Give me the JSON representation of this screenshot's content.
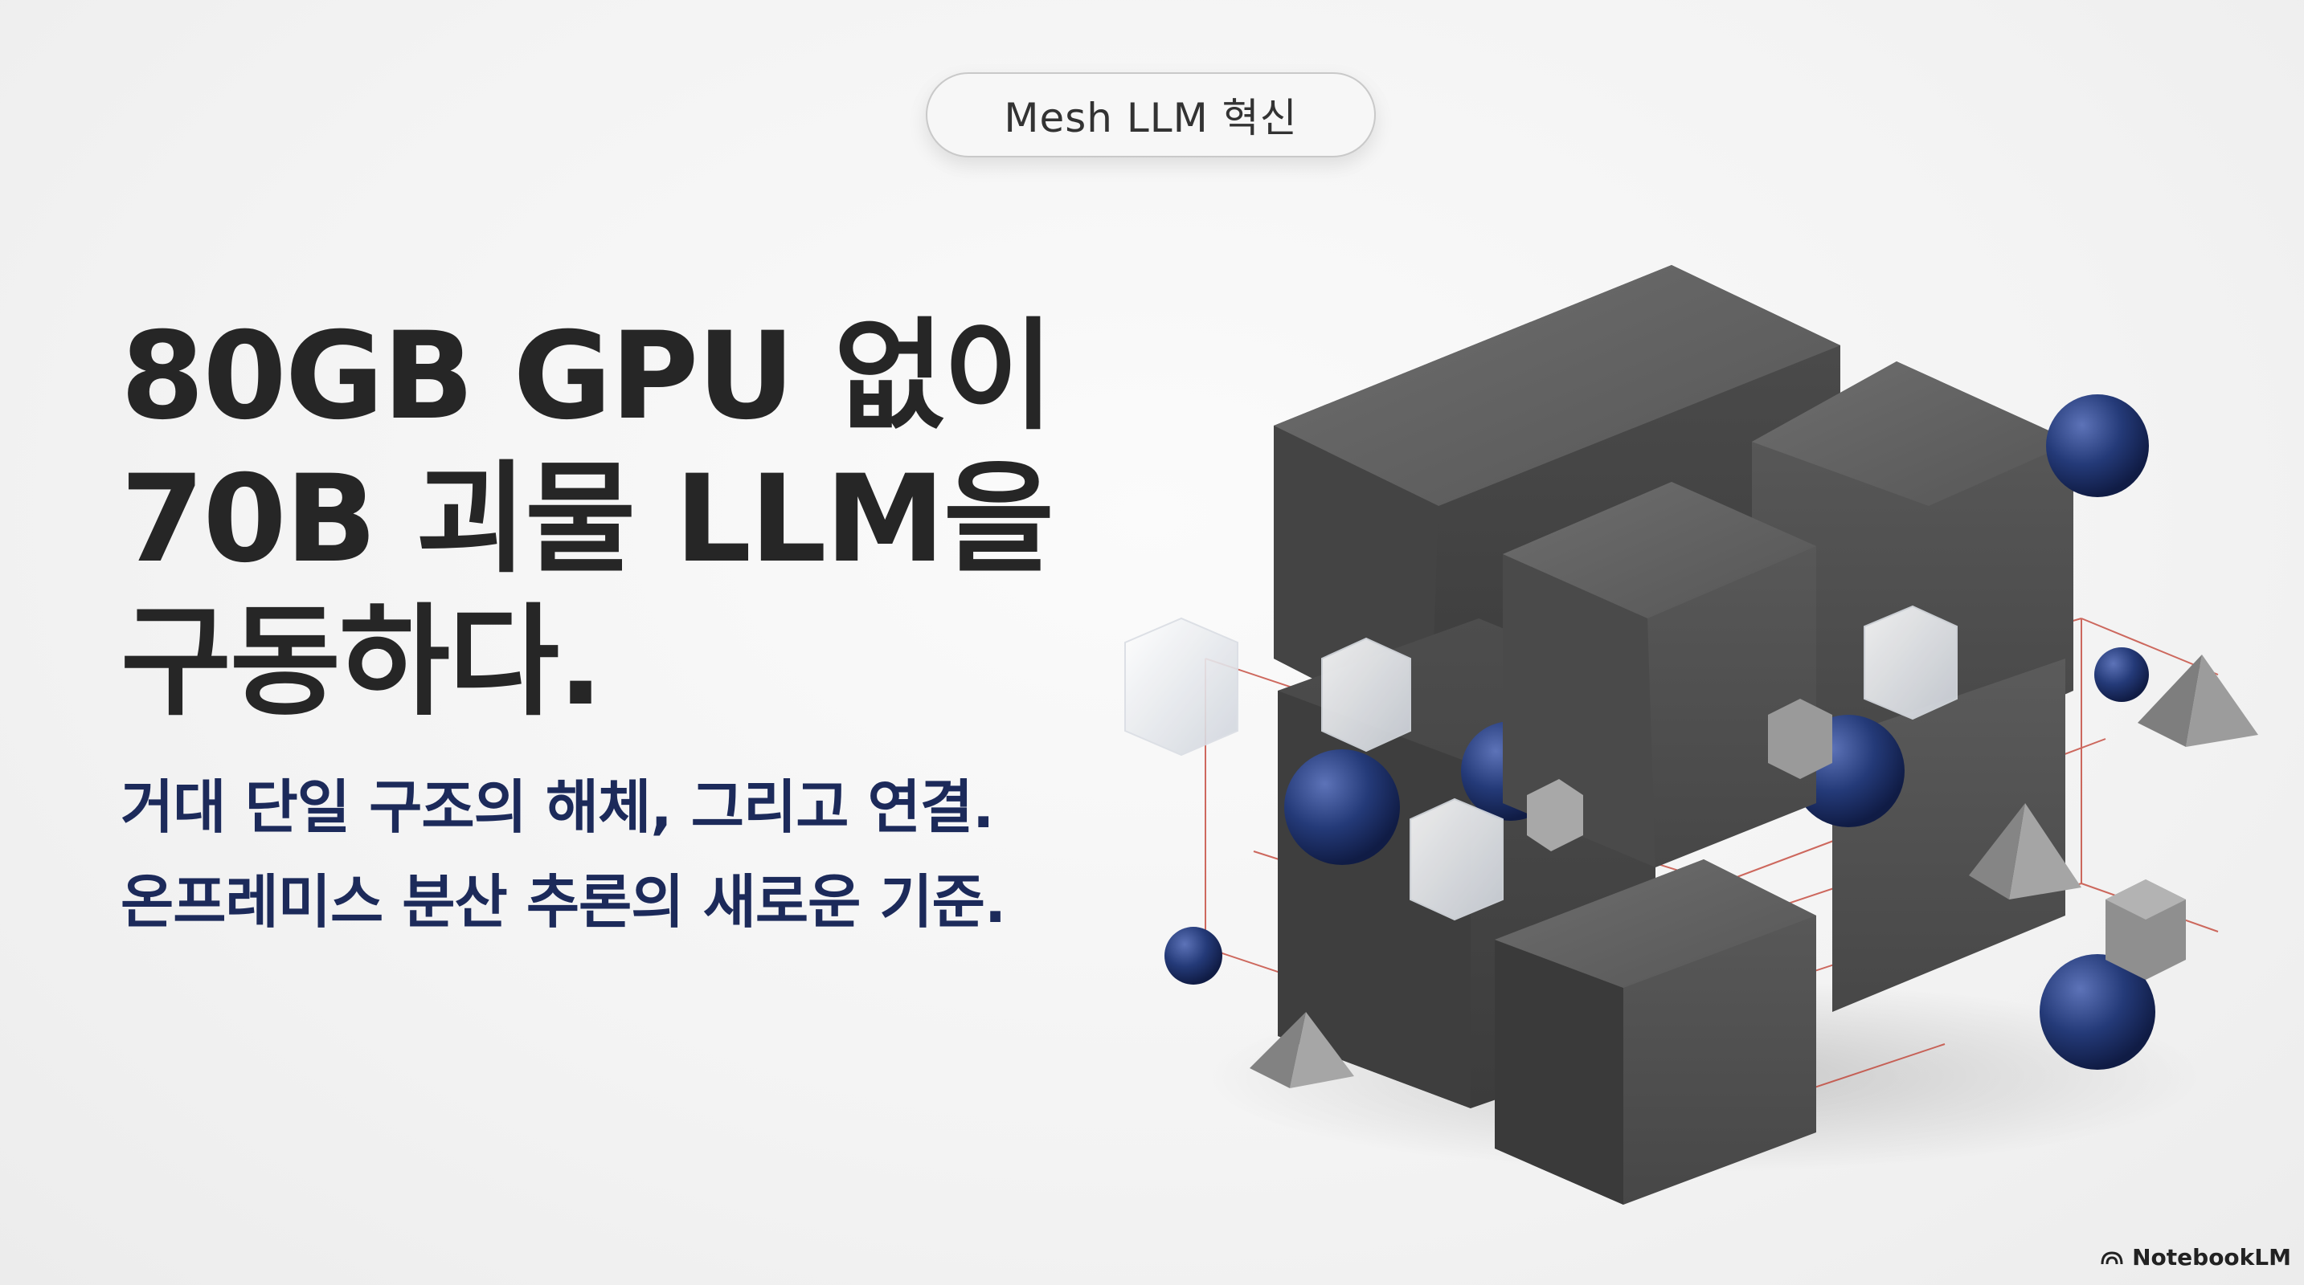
{
  "badge": {
    "label": "Mesh LLM 혁신"
  },
  "headline": {
    "lines": [
      "80GB GPU 없이",
      "70B 괴물 LLM을",
      "구동하다."
    ]
  },
  "subline": {
    "lines": [
      "거대 단일 구조의 해체, 그리고 연결.",
      "온프레미스 분산 추론의 새로운 기준."
    ]
  },
  "brand": {
    "label": "NotebookLM",
    "icon": "notebooklm-logo-icon"
  },
  "colors": {
    "headline": "#262626",
    "subline": "#1c2a5a",
    "cube": "#5a5a5a",
    "sphere": "#243a78",
    "wire": "#c0392b"
  }
}
